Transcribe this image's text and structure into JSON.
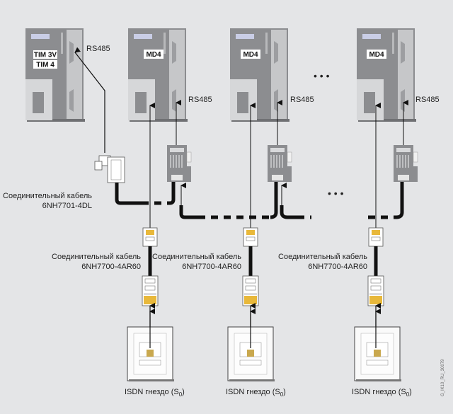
{
  "devices": [
    {
      "id": "tim",
      "labels": [
        "TIM 3V",
        "TIM 4"
      ],
      "port_label": "RS485"
    },
    {
      "id": "md4-1",
      "labels": [
        "MD4"
      ],
      "port_label": "RS485"
    },
    {
      "id": "md4-2",
      "labels": [
        "MD4"
      ],
      "port_label": "RS485"
    },
    {
      "id": "md4-3",
      "labels": [
        "MD4"
      ],
      "port_label": "RS485"
    }
  ],
  "cables": {
    "tim_cable": {
      "line1": "Соединительный кабель",
      "line2": "6NH7701-4DL"
    },
    "isdn_cables": [
      {
        "line1": "Соединительный кабель",
        "line2": "6NH7700-4AR60"
      },
      {
        "line1": "Соединительный кабель",
        "line2": "6NH7700-4AR60"
      },
      {
        "line1": "Соединительный кабель",
        "line2": "6NH7700-4AR60"
      }
    ]
  },
  "sockets": [
    {
      "label": "ISDN гнездо (S",
      "sub": "0",
      "close": ")"
    },
    {
      "label": "ISDN гнездо (S",
      "sub": "0",
      "close": ")"
    },
    {
      "label": "ISDN гнездо (S",
      "sub": "0",
      "close": ")"
    }
  ],
  "ellipsis": "• • •",
  "figure_id": "G_IK10_RU_30079",
  "colors": {
    "background": "#e4e5e7",
    "device_dark": "#8c8d90",
    "device_light": "#cfd0d2",
    "rj45_gold": "#e8b83a",
    "cable": "#111111"
  }
}
